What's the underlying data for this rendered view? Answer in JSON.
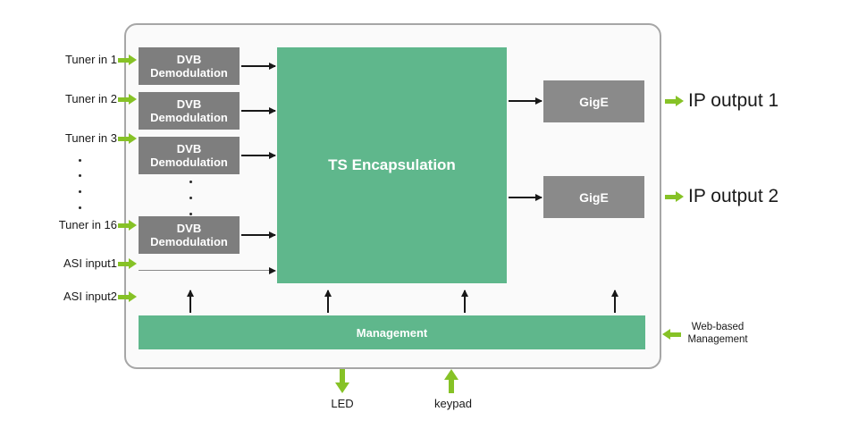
{
  "colors": {
    "block_green": "#5fb78c",
    "arrow_green": "#86c226",
    "dvb_gray": "#7e7e7e",
    "gige_gray": "#8a8a8a",
    "chassis_border": "#a6a6a6",
    "chassis_fill": "#fafafa",
    "text": "#1a1a1a"
  },
  "left_inputs": [
    {
      "label": "Tuner in 1"
    },
    {
      "label": "Tuner in 2"
    },
    {
      "label": "Tuner in 3"
    },
    {
      "label": "Tuner in 16"
    },
    {
      "label": "ASI input1"
    },
    {
      "label": "ASI input2"
    }
  ],
  "blocks": {
    "dvb_line1": "DVB",
    "dvb_line2": "Demodulation",
    "ts": "TS Encapsulation",
    "gige": "GigE",
    "management": "Management"
  },
  "right_outputs": [
    {
      "label": "IP output 1"
    },
    {
      "label": "IP output 2"
    }
  ],
  "bottom_ports": [
    {
      "label": "LED"
    },
    {
      "label": "keypad"
    }
  ],
  "web_management": {
    "line1": "Web-based",
    "line2": "Management"
  }
}
